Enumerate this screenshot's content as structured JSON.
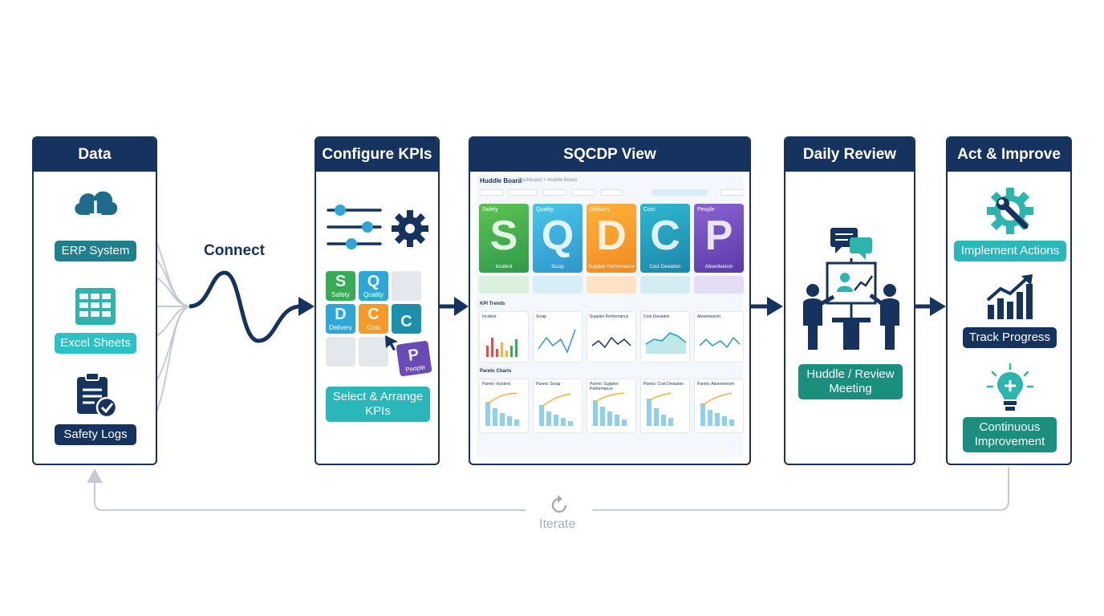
{
  "panels": {
    "data": {
      "title": "Data",
      "sources": [
        "ERP System",
        "Excel Sheets",
        "Safety Logs"
      ]
    },
    "configure": {
      "title": "Configure KPIs",
      "tiles": [
        "Safety",
        "Quality",
        "Delivery",
        "Cost",
        "People"
      ],
      "action": "Select & Arrange\nKPIs"
    },
    "sqcdp": {
      "title": "SQCDP View",
      "board_title": "Huddle Board",
      "breadcrumb": "Dashboard > Huddle Board",
      "cards": [
        {
          "label": "Safety",
          "letter": "S",
          "sub": "Incident"
        },
        {
          "label": "Quality",
          "letter": "Q",
          "sub": "Scrap"
        },
        {
          "label": "Delivery",
          "letter": "D",
          "sub": "Supplier Performance"
        },
        {
          "label": "Cost",
          "letter": "C",
          "sub": "Cost Deviation"
        },
        {
          "label": "People",
          "letter": "P",
          "sub": "Absenteeism"
        }
      ],
      "section_trends": "KPI Trends",
      "section_pareto": "Pareto Charts",
      "trend_titles": [
        "Incident",
        "Scrap",
        "Supplier Performance",
        "Cost Deviation",
        "Absenteeism"
      ],
      "pareto_titles": [
        "Pareto: Incident",
        "Pareto: Scrap",
        "Pareto: Supplier Performance",
        "Pareto: Cost Deviation",
        "Pareto: Absenteeism"
      ]
    },
    "review": {
      "title": "Daily Review",
      "action": "Huddle / Review\nMeeting"
    },
    "act": {
      "title": "Act & Improve",
      "steps": [
        "Implement Actions",
        "Track Progress",
        "Continuous\nImprovement"
      ]
    }
  },
  "connectors": {
    "connect_label": "Connect",
    "iterate_label": "Iterate"
  },
  "colors": {
    "navy": "#16335f",
    "teal": "#1f7f8c",
    "aqua": "#2cc2c5",
    "safety": "#3aaa57",
    "quality": "#2fa7d6",
    "delivery": "#f39a2a",
    "cost": "#1c9fb8",
    "people": "#6a4bb6"
  },
  "icons": [
    "cloud-download-icon",
    "spreadsheet-icon",
    "clipboard-check-icon",
    "sliders-icon",
    "gear-icon",
    "cursor-icon",
    "chat-icon",
    "presentation-icon",
    "gear-wrench-icon",
    "growth-chart-icon",
    "lightbulb-icon",
    "refresh-icon"
  ]
}
